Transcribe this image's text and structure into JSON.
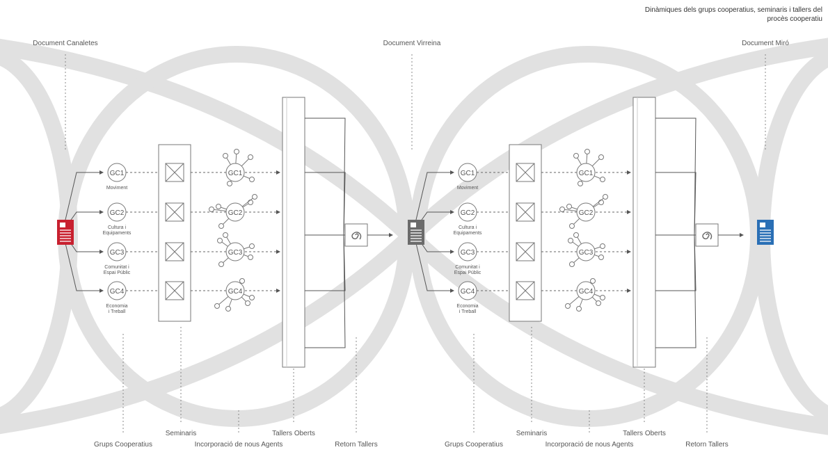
{
  "title_line1": "Dinàmiques dels grups cooperatius, seminaris i tallers del",
  "title_line2": "procès cooperatiu",
  "documents": [
    {
      "label": "Document Canaletes",
      "color": "#c8202f"
    },
    {
      "label": "Document Virreina",
      "color": "#6b6b6b"
    },
    {
      "label": "Document  Miró",
      "color": "#2a6fb5"
    }
  ],
  "groups": [
    {
      "code": "GC1",
      "line1": "Moviment",
      "line2": ""
    },
    {
      "code": "GC2",
      "line1": "Cultura i",
      "line2": "Equipaments"
    },
    {
      "code": "GC3",
      "line1": "Comunitat i",
      "line2": "Espai Públic"
    },
    {
      "code": "GC4",
      "line1": "Economia",
      "line2": "i Treball"
    }
  ],
  "phase_labels": {
    "grups": "Grups Cooperatius",
    "seminaris": "Seminaris",
    "incorporacio": "Incorporació de nous Agents",
    "tallers": "Tallers Oberts",
    "retorn": "Retorn Tallers"
  },
  "colors": {
    "band": "#e1e1e1",
    "line": "#555555",
    "dash": "#666666"
  }
}
